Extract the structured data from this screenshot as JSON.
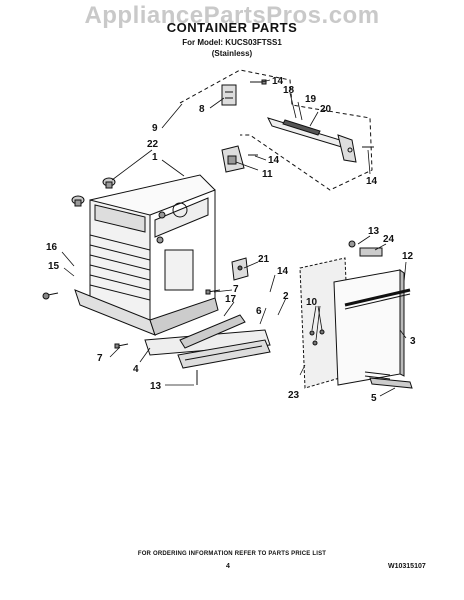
{
  "watermark": "AppliancePartsPros.com",
  "header": {
    "title": "CONTAINER PARTS",
    "model_line": "For Model: KUCS03FTSS1",
    "variant": "(Stainless)"
  },
  "callouts": {
    "c1": "1",
    "c2": "2",
    "c3": "3",
    "c4": "4",
    "c5": "5",
    "c6": "6",
    "c7a": "7",
    "c7b": "7",
    "c8": "8",
    "c9": "9",
    "c10": "10",
    "c11": "11",
    "c12": "12",
    "c13a": "13",
    "c13b": "13",
    "c14a": "14",
    "c14b": "14",
    "c14c": "14",
    "c14d": "14",
    "c14e": "14",
    "c15": "15",
    "c16": "16",
    "c17": "17",
    "c18": "18",
    "c19": "19",
    "c20": "20",
    "c21": "21",
    "c22": "22",
    "c23": "23",
    "c24": "24"
  },
  "footer": {
    "note": "FOR ORDERING INFORMATION REFER TO PARTS PRICE LIST",
    "page": "4",
    "doc_number": "W10315107"
  }
}
